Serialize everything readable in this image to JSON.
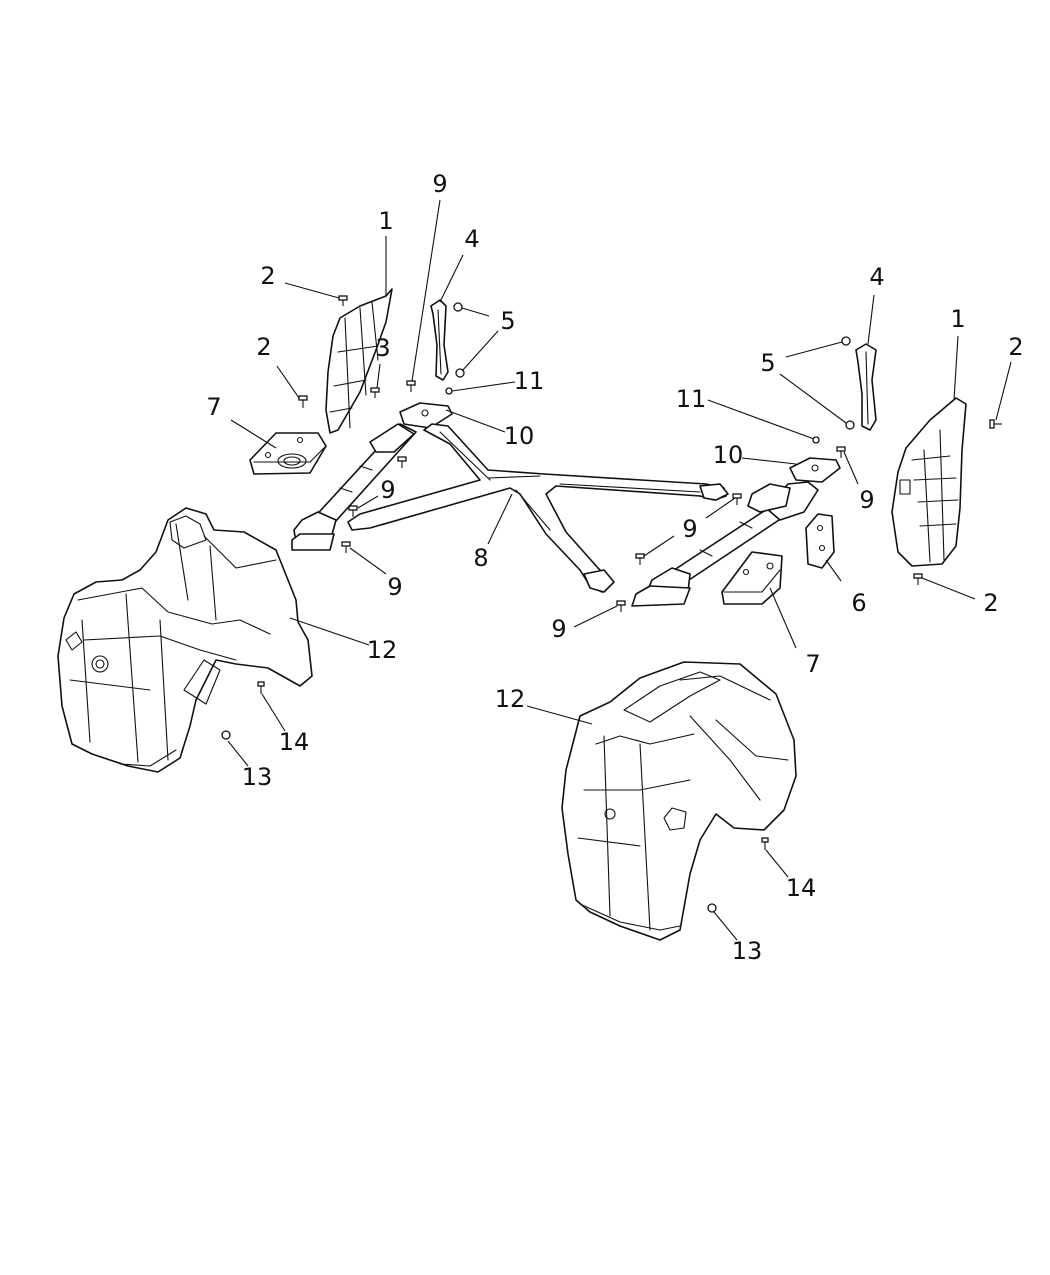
{
  "callouts": [
    {
      "label": "1"
    },
    {
      "label": "1"
    },
    {
      "label": "2"
    },
    {
      "label": "2"
    },
    {
      "label": "2"
    },
    {
      "label": "2"
    },
    {
      "label": "3"
    },
    {
      "label": "4"
    },
    {
      "label": "4"
    },
    {
      "label": "5"
    },
    {
      "label": "5"
    },
    {
      "label": "6"
    },
    {
      "label": "7"
    },
    {
      "label": "7"
    },
    {
      "label": "8"
    },
    {
      "label": "9"
    },
    {
      "label": "9"
    },
    {
      "label": "9"
    },
    {
      "label": "9"
    },
    {
      "label": "9"
    },
    {
      "label": "9"
    },
    {
      "label": "10"
    },
    {
      "label": "10"
    },
    {
      "label": "11"
    },
    {
      "label": "11"
    },
    {
      "label": "12"
    },
    {
      "label": "12"
    },
    {
      "label": "13"
    },
    {
      "label": "13"
    },
    {
      "label": "14"
    },
    {
      "label": "14"
    }
  ],
  "colors": {
    "line": "#111111",
    "background": "#ffffff"
  }
}
